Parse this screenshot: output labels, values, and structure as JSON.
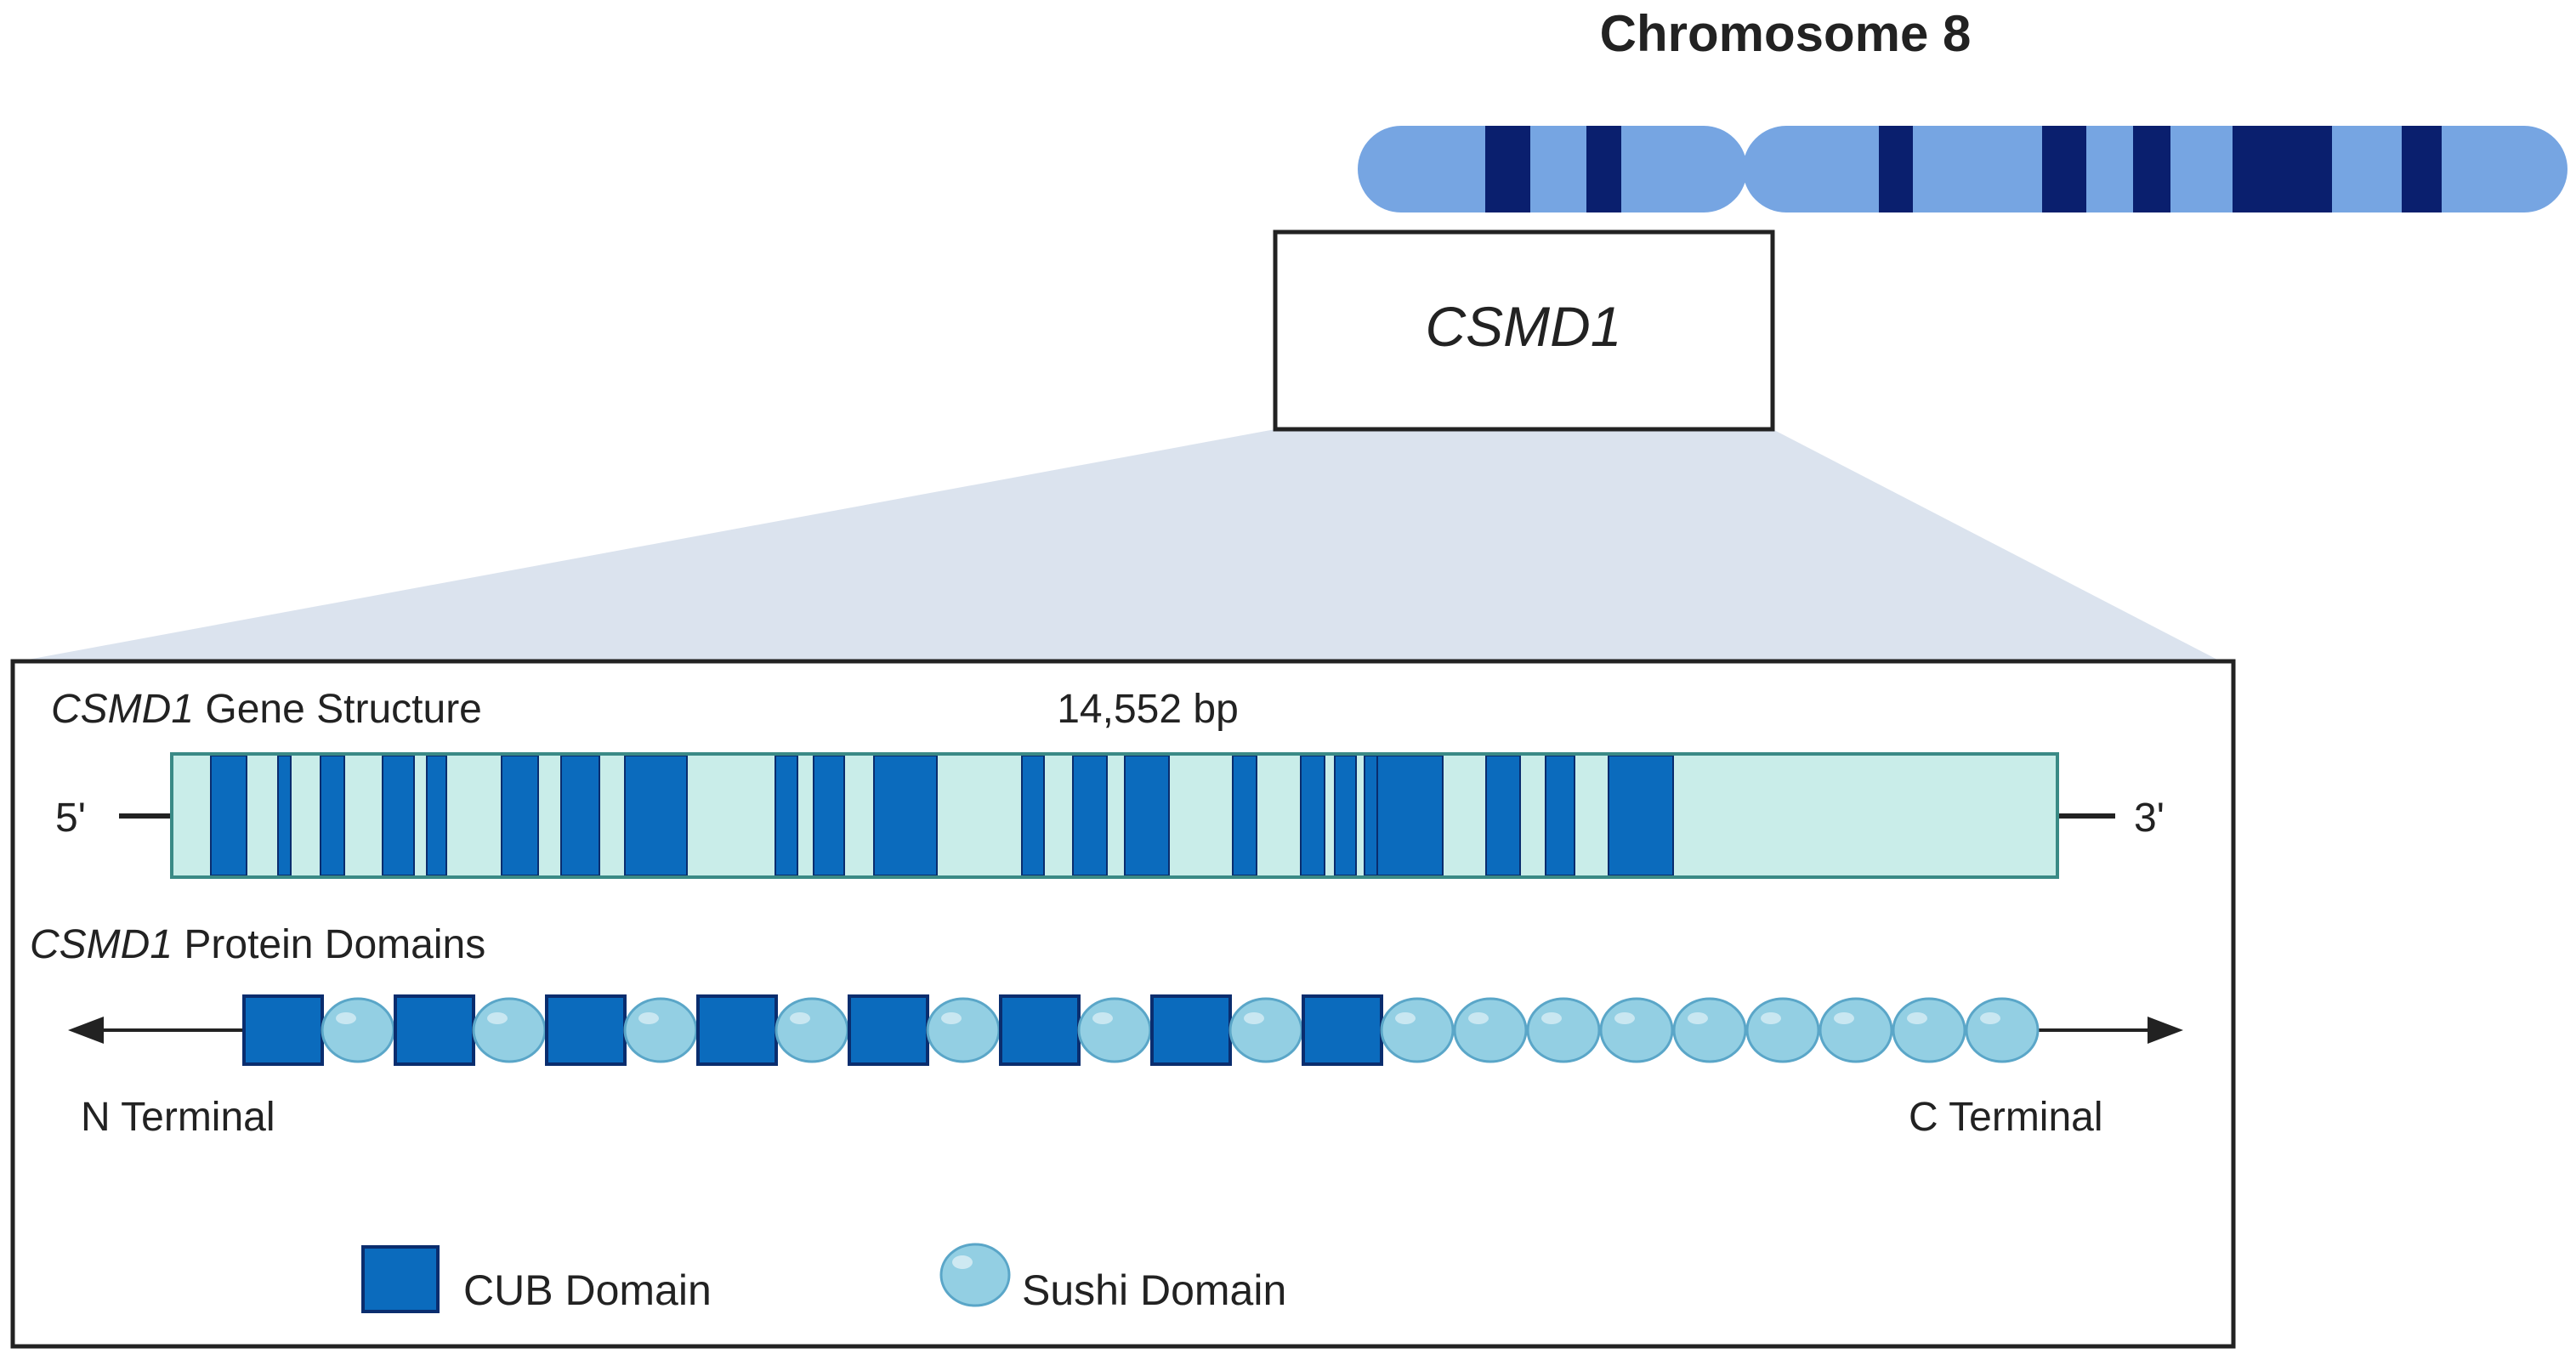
{
  "colors": {
    "chromosome_light": "#76a5e2",
    "chromosome_band": "#0a1f6e",
    "zoom_fill": "#dbe3ee",
    "gene_background": "#c9ede9",
    "gene_border": "#3a8a86",
    "exon": "#0b6bbd",
    "cub_fill": "#0b6bbd",
    "cub_border": "#0a2d6e",
    "sushi_fill": "#93cfe3",
    "sushi_border": "#5aa6c8",
    "line": "#222222"
  },
  "chromosome": {
    "title": "Chromosome 8"
  },
  "gene": {
    "name": "CSMD1",
    "structure_label_italic": "CSMD1",
    "structure_label_rest": " Gene Structure",
    "length_label": "14,552 bp",
    "five_prime": "5'",
    "three_prime": "3'"
  },
  "protein": {
    "label_italic": "CSMD1",
    "label_rest": " Protein Domains",
    "n_terminal": "N Terminal",
    "c_terminal": "C Terminal",
    "domain_order": [
      "CUB",
      "Sushi",
      "CUB",
      "Sushi",
      "CUB",
      "Sushi",
      "CUB",
      "Sushi",
      "CUB",
      "Sushi",
      "CUB",
      "Sushi",
      "CUB",
      "Sushi",
      "CUB",
      "Sushi",
      "Sushi",
      "Sushi",
      "Sushi",
      "Sushi",
      "Sushi",
      "Sushi",
      "Sushi",
      "Sushi"
    ],
    "icons": {
      "CUB": "square-icon",
      "Sushi": "circle-icon"
    }
  },
  "legend": {
    "cub_label": "CUB Domain",
    "sushi_label": "Sushi Domain"
  }
}
